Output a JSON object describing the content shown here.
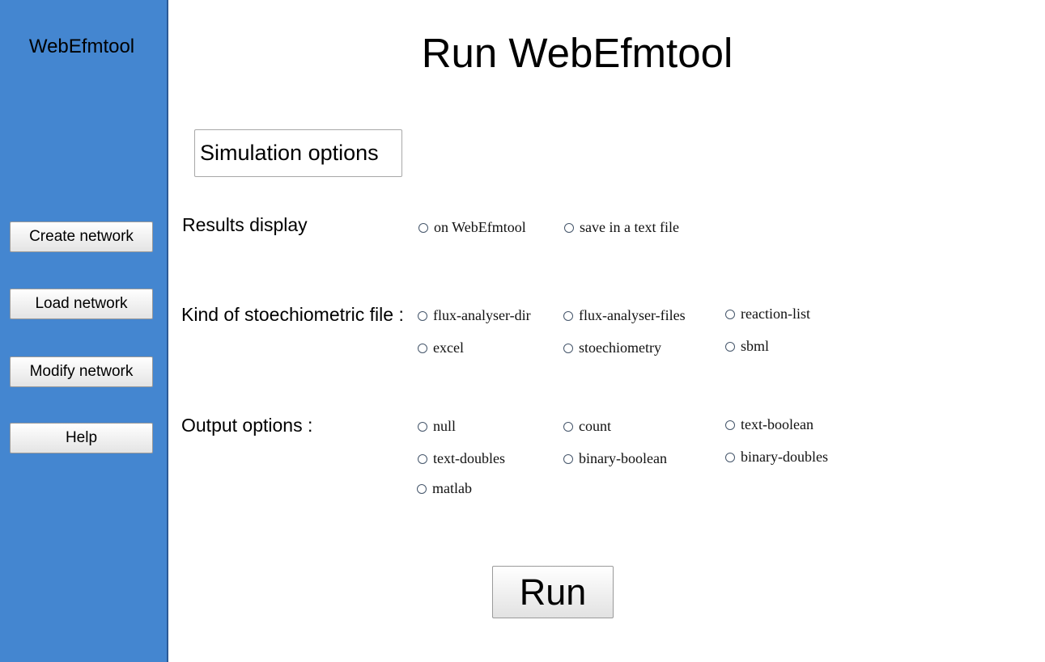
{
  "sidebar": {
    "brand": "WebEfmtool",
    "buttons": [
      {
        "label": "Create network"
      },
      {
        "label": "Load network"
      },
      {
        "label": "Modify network"
      },
      {
        "label": "Help"
      }
    ]
  },
  "main": {
    "title": "Run WebEfmtool",
    "simulation_options_label": "Simulation options",
    "results_display": {
      "label": "Results display",
      "options": [
        "on WebEfmtool",
        "save in a text file"
      ]
    },
    "stoechiometric_file": {
      "label": "Kind of stoechiometric file :",
      "options": [
        "flux-analyser-dir",
        "flux-analyser-files",
        "reaction-list",
        "excel",
        "stoechiometry",
        "sbml"
      ]
    },
    "output_options": {
      "label": "Output options :",
      "options": [
        "null",
        "count",
        "text-boolean",
        "text-doubles",
        "binary-boolean",
        "binary-doubles",
        "matlab"
      ]
    },
    "run_label": "Run"
  },
  "colors": {
    "sidebar_bg": "#4486d0",
    "button_bg": "#f0f0f0"
  }
}
